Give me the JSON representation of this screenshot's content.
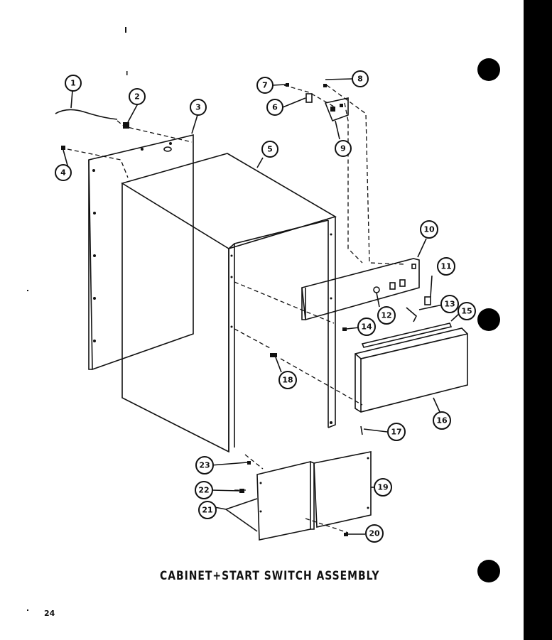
{
  "title": "CABINET+START SWITCH ASSEMBLY",
  "page_number": "24",
  "callouts": [
    "1",
    "2",
    "3",
    "4",
    "5",
    "6",
    "7",
    "8",
    "9",
    "10",
    "11",
    "12",
    "13",
    "14",
    "15",
    "16",
    "17",
    "18",
    "19",
    "20",
    "21",
    "22",
    "23"
  ],
  "colors": {
    "ink": "#111111",
    "paper": "#ffffff",
    "binding": "#000000"
  }
}
